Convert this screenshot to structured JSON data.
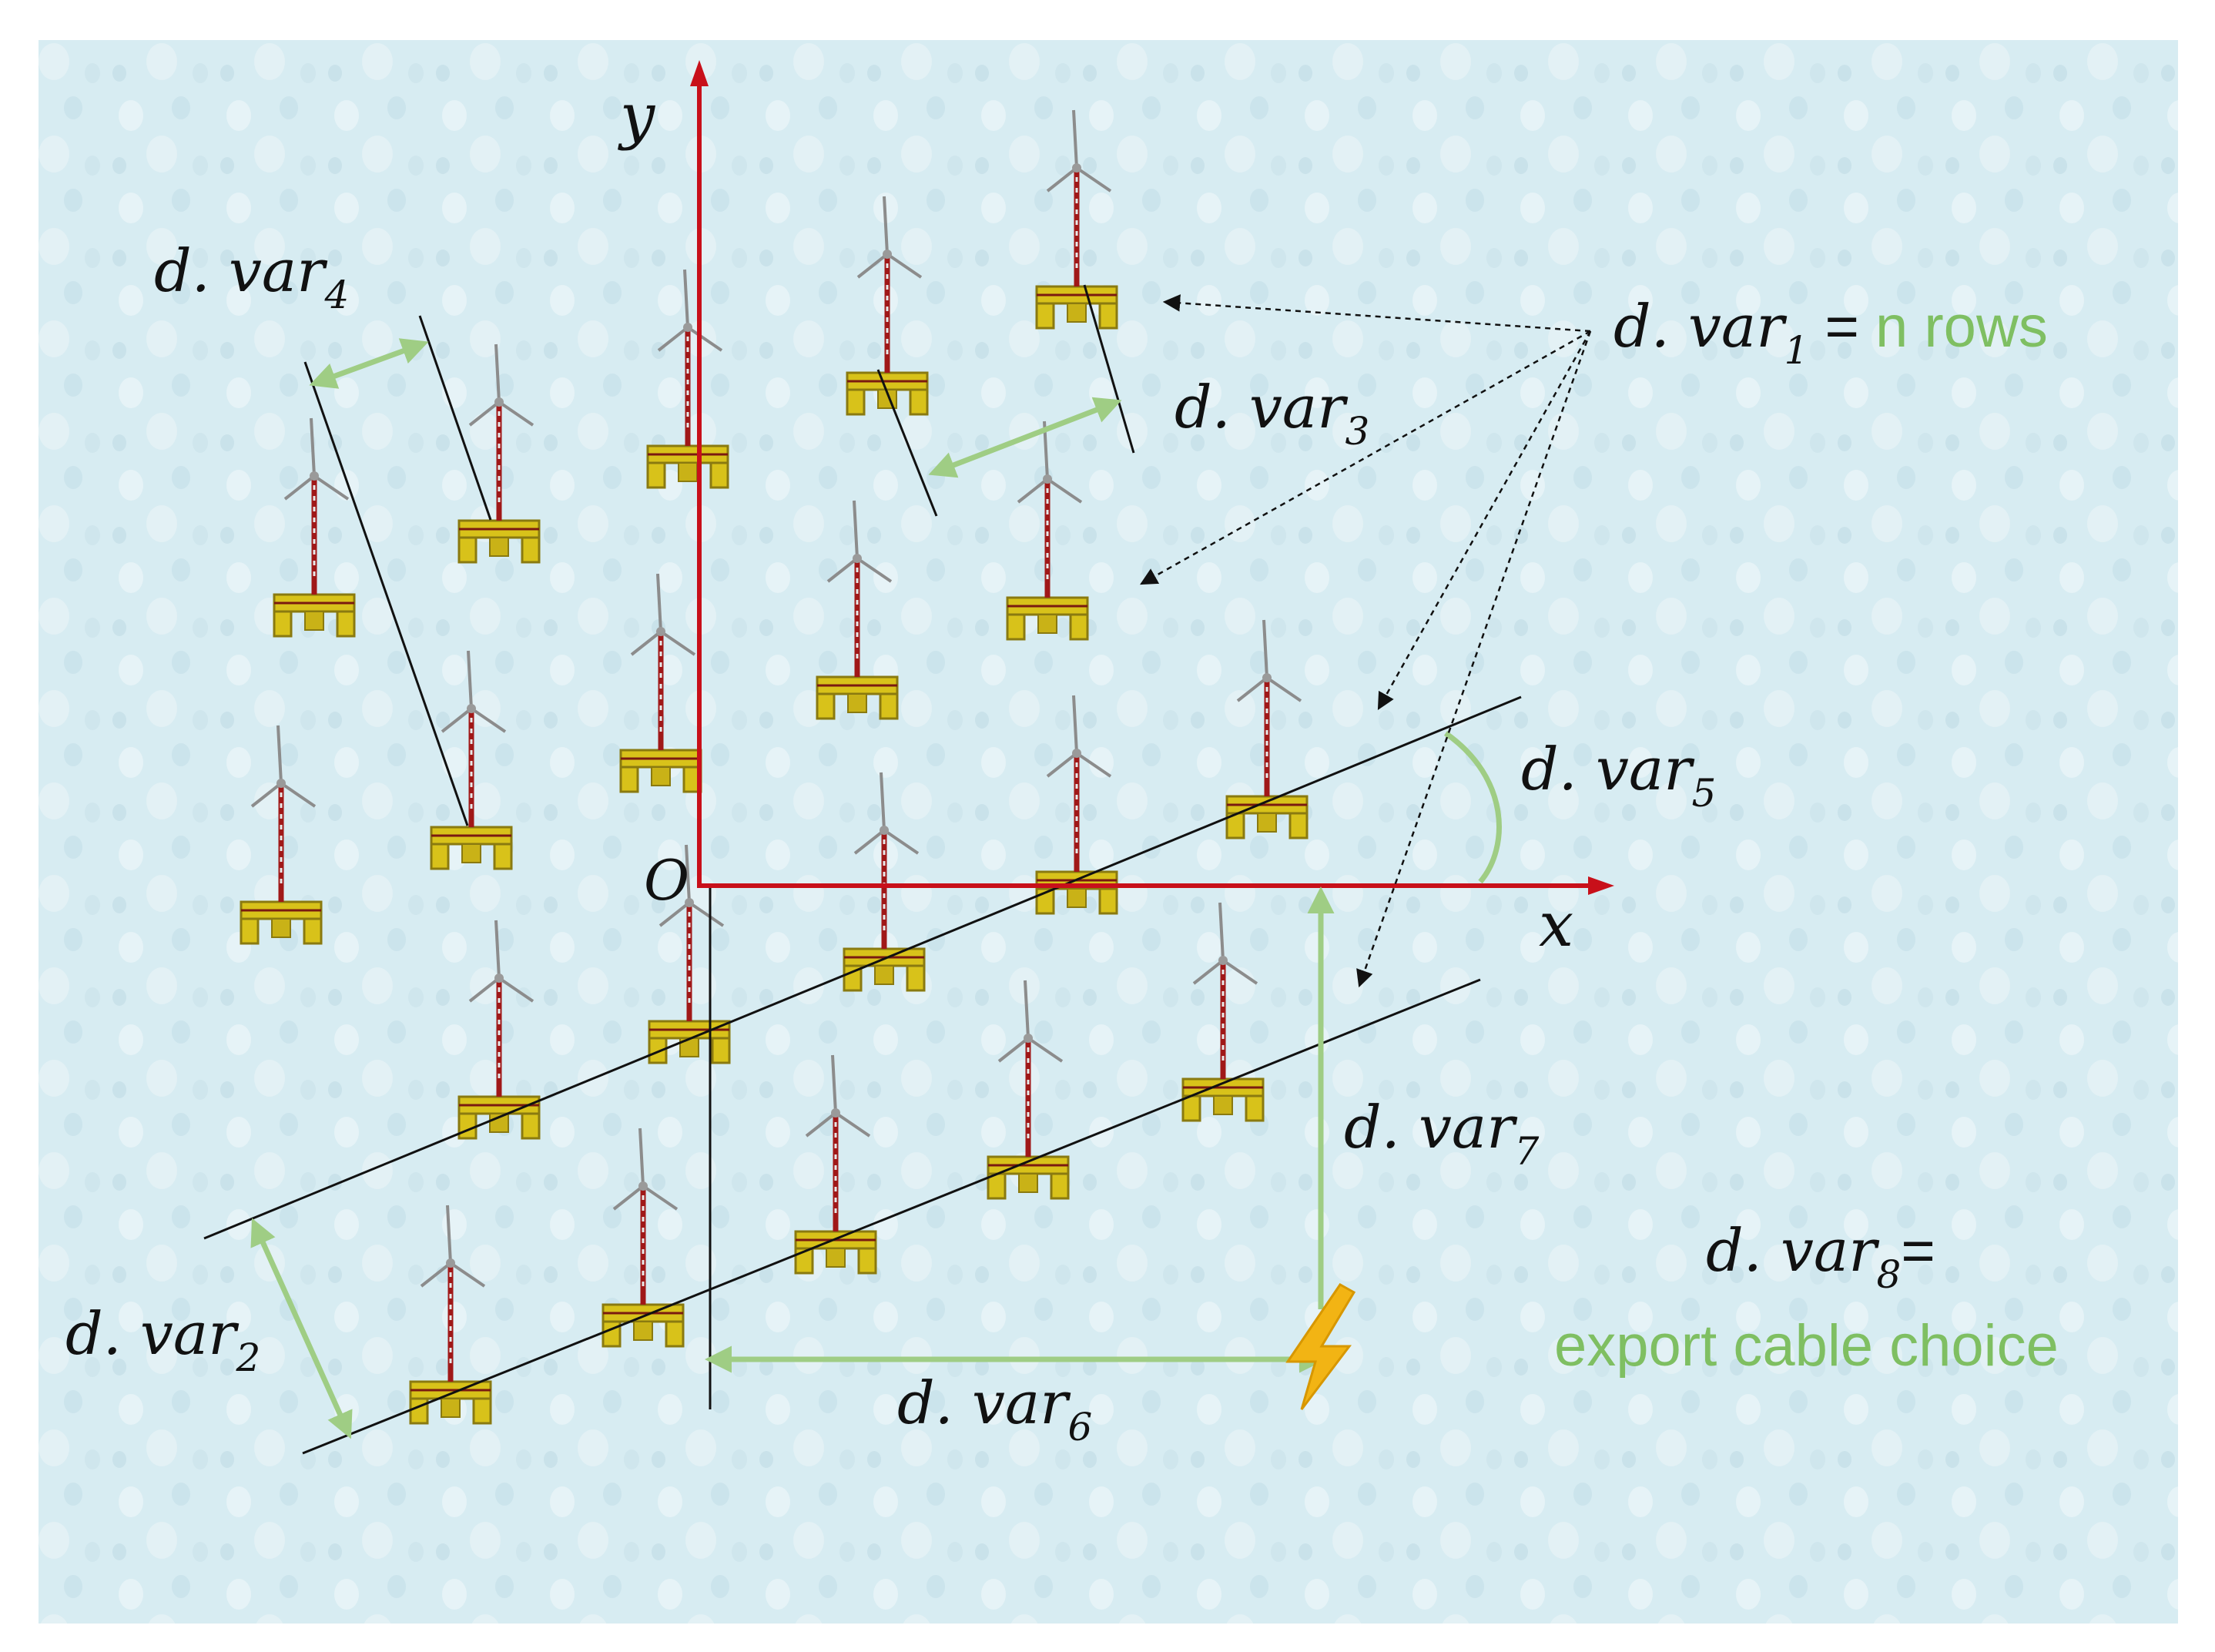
{
  "axes": {
    "x_label": "x",
    "y_label": "y",
    "origin_label": "O"
  },
  "variables": {
    "var1": {
      "base": "d. var",
      "sub": "1",
      "suffix": " = ",
      "green_text": "n rows"
    },
    "var2": {
      "base": "d. var",
      "sub": "2"
    },
    "var3": {
      "base": "d. var",
      "sub": "3"
    },
    "var4": {
      "base": "d. var",
      "sub": "4"
    },
    "var5": {
      "base": "d. var",
      "sub": "5"
    },
    "var6": {
      "base": "d. var",
      "sub": "6"
    },
    "var7": {
      "base": "d. var",
      "sub": "7"
    },
    "var8": {
      "base": "d. var",
      "sub": "8",
      "suffix": "=",
      "green_text": "export cable choice"
    }
  },
  "colors": {
    "background": "#d7ecf2",
    "axis": "#c8101a",
    "dimension": "#9fcd84",
    "green_text": "#7fbf62",
    "line": "#111111",
    "platform": "#d8c21a",
    "substation": "#f2b414"
  },
  "icons": {
    "turbine": "floating-wind-turbine-icon",
    "substation": "lightning-bolt-icon"
  }
}
